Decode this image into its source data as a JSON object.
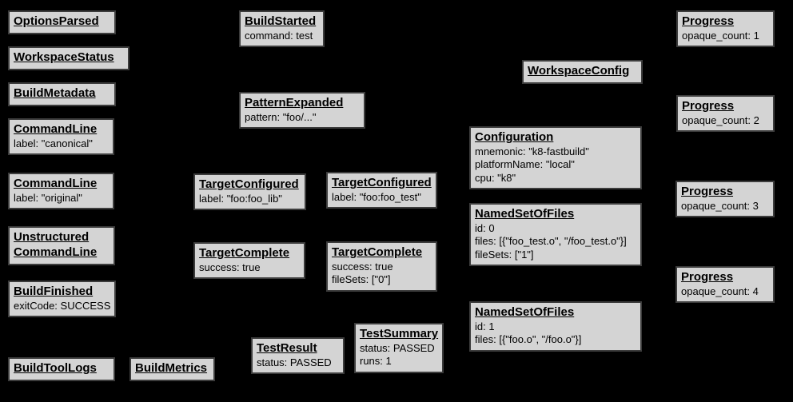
{
  "diagram": {
    "description": "Build Event Protocol event graph",
    "colors": {
      "background": "#000000",
      "node_fill": "#d4d4d4",
      "node_border": "#3c3c3c",
      "node_text": "#000000"
    }
  },
  "nodes": [
    {
      "id": "options-parsed",
      "title": "OptionsParsed",
      "attrs": []
    },
    {
      "id": "workspace-status",
      "title": "WorkspaceStatus",
      "attrs": []
    },
    {
      "id": "build-metadata",
      "title": "BuildMetadata",
      "attrs": []
    },
    {
      "id": "command-line-canonical",
      "title": "CommandLine",
      "attrs": [
        "label: \"canonical\""
      ]
    },
    {
      "id": "command-line-original",
      "title": "CommandLine",
      "attrs": [
        "label: \"original\""
      ]
    },
    {
      "id": "unstructured-command-line",
      "title": "Unstructured\nCommandLine",
      "attrs": []
    },
    {
      "id": "build-finished",
      "title": "BuildFinished",
      "attrs": [
        "exitCode: SUCCESS"
      ]
    },
    {
      "id": "build-tool-logs",
      "title": "BuildToolLogs",
      "attrs": []
    },
    {
      "id": "build-metrics",
      "title": "BuildMetrics",
      "attrs": []
    },
    {
      "id": "build-started",
      "title": "BuildStarted",
      "attrs": [
        "command: test"
      ]
    },
    {
      "id": "pattern-expanded",
      "title": "PatternExpanded",
      "attrs": [
        "pattern: \"foo/...\""
      ]
    },
    {
      "id": "target-configured-lib",
      "title": "TargetConfigured",
      "attrs": [
        "label: \"foo:foo_lib\""
      ]
    },
    {
      "id": "target-configured-test",
      "title": "TargetConfigured",
      "attrs": [
        "label: \"foo:foo_test\""
      ]
    },
    {
      "id": "target-complete-lib",
      "title": "TargetComplete",
      "attrs": [
        "success: true"
      ]
    },
    {
      "id": "target-complete-test",
      "title": "TargetComplete",
      "attrs": [
        "success: true",
        "fileSets: [\"0\"]"
      ]
    },
    {
      "id": "test-result",
      "title": "TestResult",
      "attrs": [
        "status: PASSED"
      ]
    },
    {
      "id": "test-summary",
      "title": "TestSummary",
      "attrs": [
        "status: PASSED",
        "runs: 1"
      ]
    },
    {
      "id": "workspace-config",
      "title": "WorkspaceConfig",
      "attrs": []
    },
    {
      "id": "configuration",
      "title": "Configuration",
      "attrs": [
        "mnemonic: \"k8-fastbuild\"",
        "platformName: \"local\"",
        "cpu: \"k8\""
      ]
    },
    {
      "id": "named-set-of-files-0",
      "title": "NamedSetOfFiles",
      "attrs": [
        "id: 0",
        "files: [{\"foo_test.o\", \"/foo_test.o\"}]",
        "fileSets: [\"1\"]"
      ]
    },
    {
      "id": "named-set-of-files-1",
      "title": "NamedSetOfFiles",
      "attrs": [
        "id: 1",
        "files: [{\"foo.o\", \"/foo.o\"}]"
      ]
    },
    {
      "id": "progress-1",
      "title": "Progress",
      "attrs": [
        "opaque_count: 1"
      ]
    },
    {
      "id": "progress-2",
      "title": "Progress",
      "attrs": [
        "opaque_count: 2"
      ]
    },
    {
      "id": "progress-3",
      "title": "Progress",
      "attrs": [
        "opaque_count: 3"
      ]
    },
    {
      "id": "progress-4",
      "title": "Progress",
      "attrs": [
        "opaque_count: 4"
      ]
    }
  ]
}
